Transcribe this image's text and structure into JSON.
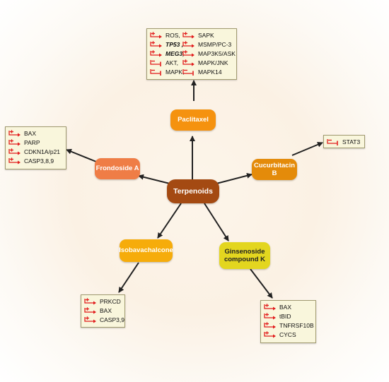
{
  "center": {
    "label": "Terpenoids"
  },
  "compounds": {
    "paclitaxel": "Paclitaxel",
    "frondoside": "Frondoside A",
    "cucurbitacin": "Cucurbitacin B",
    "isobavachalcone": "Isobavachalcone",
    "ginsenoside": "Ginsenoside compound K"
  },
  "targets": {
    "paclitaxel_col1": [
      {
        "label": "ROS,",
        "effect": "up",
        "italic": false
      },
      {
        "label": "TP53 ,",
        "effect": "up",
        "italic": true
      },
      {
        "label": "MEG3,",
        "effect": "up",
        "italic": true
      },
      {
        "label": "AKT,",
        "effect": "down",
        "italic": false
      },
      {
        "label": "MAPK,",
        "effect": "down",
        "italic": false
      }
    ],
    "paclitaxel_col2": [
      {
        "label": "SAPK",
        "effect": "up"
      },
      {
        "label": "MSMP/PC-3",
        "effect": "up"
      },
      {
        "label": "MAP3K5/ASK",
        "effect": "up"
      },
      {
        "label": "MAPK/JNK",
        "effect": "up"
      },
      {
        "label": "MAPK14",
        "effect": "down"
      }
    ],
    "frondoside": [
      {
        "label": "BAX",
        "effect": "up"
      },
      {
        "label": "PARP",
        "effect": "up"
      },
      {
        "label": "CDKN1A/p21",
        "effect": "up"
      },
      {
        "label": "CASP3,8,9",
        "effect": "up"
      }
    ],
    "cucurbitacin": [
      {
        "label": "STAT3",
        "effect": "down"
      }
    ],
    "isobavachalcone": [
      {
        "label": "PRKCD",
        "effect": "up"
      },
      {
        "label": "BAX",
        "effect": "up"
      },
      {
        "label": "CASP3,9",
        "effect": "up"
      }
    ],
    "ginsenoside": [
      {
        "label": "BAX",
        "effect": "up"
      },
      {
        "label": "tBID",
        "effect": "up"
      },
      {
        "label": "TNFRSF10B",
        "effect": "up"
      },
      {
        "label": "CYCS",
        "effect": "up"
      }
    ]
  },
  "colors": {
    "center": "#a44a12",
    "paclitaxel": "#f5920f",
    "frondoside": "#ef7d46",
    "cucurbitacin": "#e48b0a",
    "isobavachalcone": "#f6ac0b",
    "ginsenoside": "#e3d61f",
    "effect_mark": "#e11b1b",
    "target_box": "#f9f6dc"
  }
}
